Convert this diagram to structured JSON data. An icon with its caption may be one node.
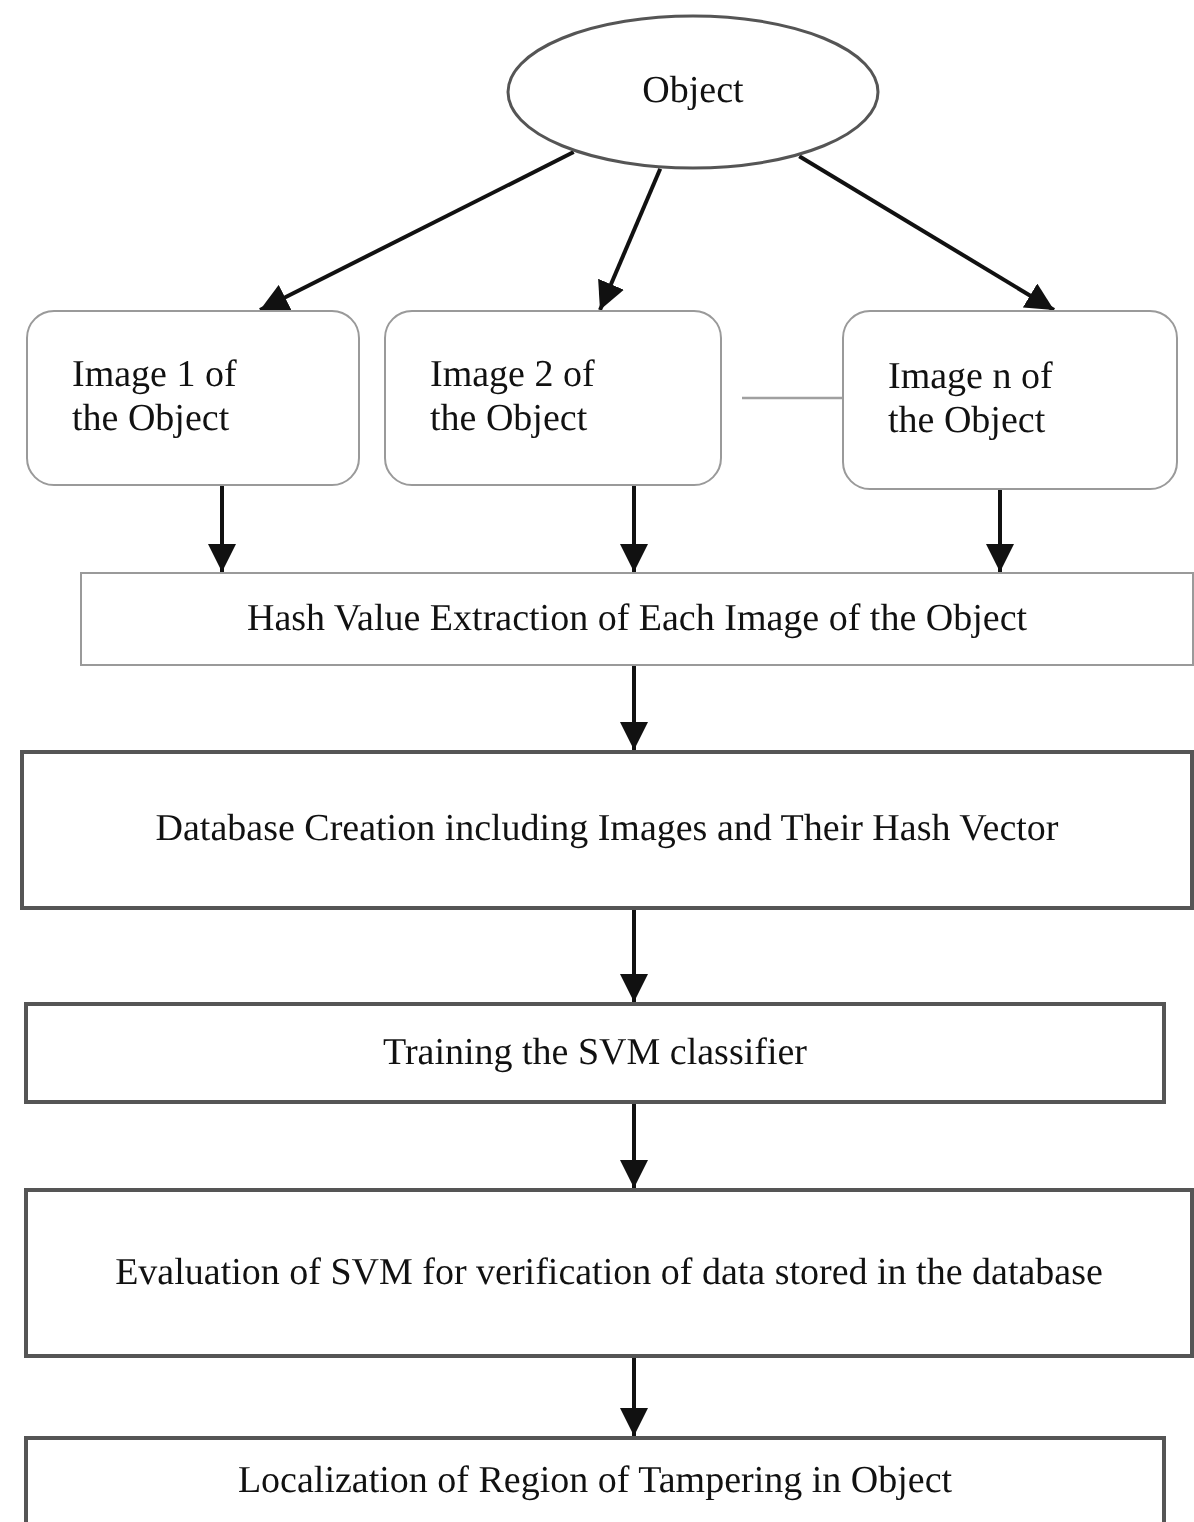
{
  "diagram": {
    "nodes": [
      {
        "text": [
          "Object"
        ]
      },
      {
        "text": [
          "Image 1 of the Object"
        ]
      },
      {
        "text": [
          "Image 2 of the Object"
        ]
      },
      {
        "text": [
          "Image n of the Object"
        ]
      },
      {
        "text": [
          "Hash Value Extraction of Each Image of the Object"
        ]
      },
      {
        "text": [
          "Database Creation including Images and Their Hash Vector"
        ]
      },
      {
        "text": [
          "Training the SVM classifier"
        ]
      },
      {
        "text": [
          "Evaluation of SVM for verification of data stored in the database"
        ]
      },
      {
        "text": [
          "Localization of Region of Tampering in Object"
        ]
      }
    ],
    "edges": [
      {
        "from": 0,
        "to": 1,
        "arrow": "to"
      },
      {
        "from": 0,
        "to": 2,
        "arrow": "to"
      },
      {
        "from": 0,
        "to": 3,
        "arrow": "to"
      },
      {
        "from": 2,
        "to": 3,
        "arrow": "none",
        "color": "#a0a0a0"
      },
      {
        "from": 1,
        "to": 4,
        "arrow": "to"
      },
      {
        "from": 2,
        "to": 4,
        "arrow": "to"
      },
      {
        "from": 3,
        "to": 4,
        "arrow": "to"
      },
      {
        "from": 4,
        "to": 5,
        "arrow": "to"
      },
      {
        "from": 5,
        "to": 6,
        "arrow": "to"
      },
      {
        "from": 6,
        "to": 7,
        "arrow": "to"
      },
      {
        "from": 7,
        "to": 8,
        "arrow": "to"
      }
    ]
  }
}
